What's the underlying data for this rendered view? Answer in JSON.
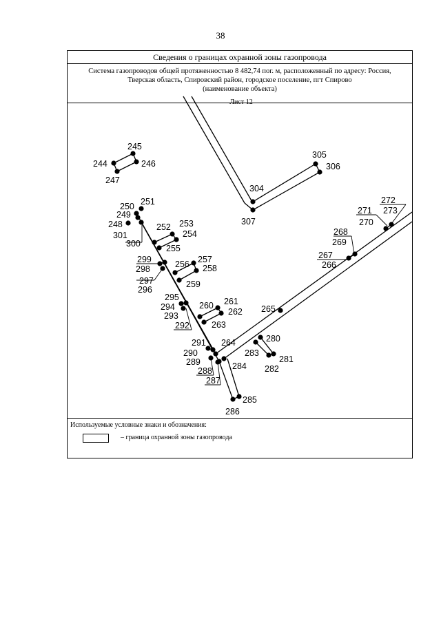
{
  "page_number": "38",
  "title": "Сведения о границах охранной зоны газопровода",
  "description": {
    "line1": "Система газопроводов общей протяженностью 8 482,74 пог. м, расположенный по адресу: Россия,",
    "line2": "Тверская область, Спировский район, городское поселение, пгт Спирово",
    "line3": "(наименование объекта)"
  },
  "sheet": "Лист 12",
  "legend": {
    "title": "Используемые условные знаки и обозначения:",
    "boundary": "– граница охранной зоны газопровода"
  },
  "labels": [
    "244",
    "245",
    "246",
    "247",
    "250",
    "251",
    "249",
    "248",
    "301",
    "300",
    "252",
    "253",
    "254",
    "255",
    "299",
    "298",
    "297",
    "296",
    "256",
    "257",
    "258",
    "259",
    "295",
    "294",
    "293",
    "292",
    "260",
    "261",
    "262",
    "263",
    "265",
    "264",
    "291",
    "290",
    "289",
    "288",
    "287",
    "284",
    "283",
    "280",
    "281",
    "282",
    "285",
    "286",
    "304",
    "305",
    "306",
    "307",
    "272",
    "273",
    "271",
    "270",
    "268",
    "269",
    "267",
    "266"
  ]
}
